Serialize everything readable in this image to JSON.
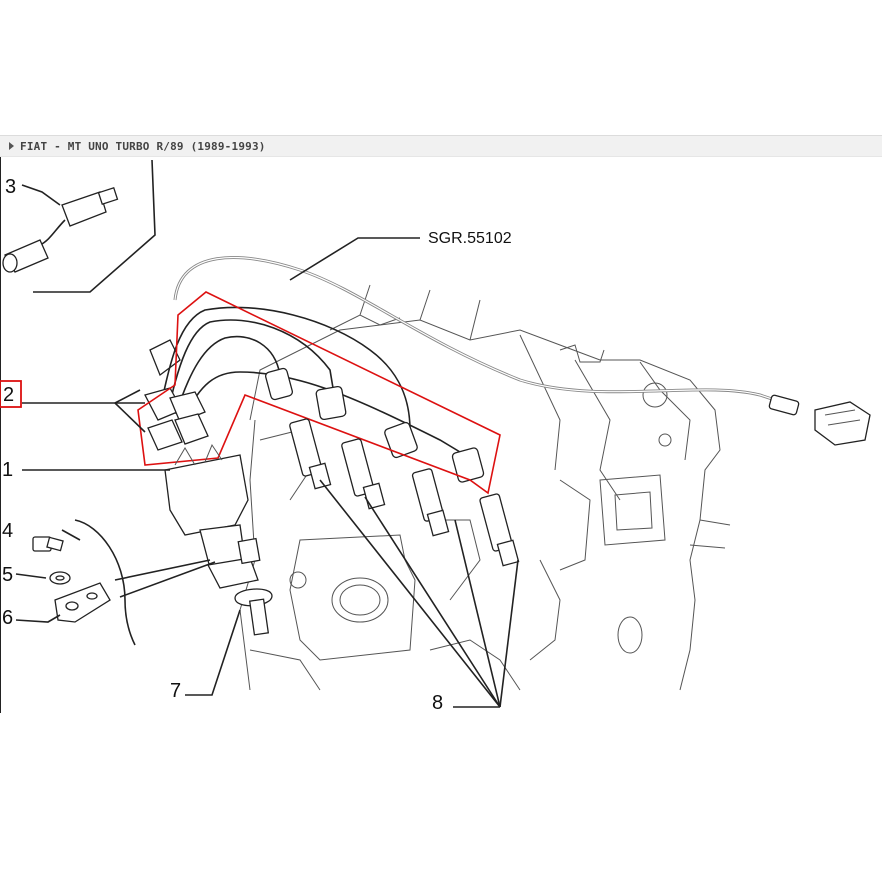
{
  "breadcrumb": {
    "text": "FIAT - MT UNO TURBO R/89 (1989-1993)"
  },
  "reference": {
    "code": "SGR.55102"
  },
  "callouts": {
    "c1": "1",
    "c2": "2",
    "c3": "3",
    "c4": "4",
    "c5": "5",
    "c6": "6",
    "c7": "7",
    "c8": "8"
  },
  "colors": {
    "highlight": "#dd1111",
    "line": "#222222",
    "header_bg": "#f1f1f1"
  },
  "highlighted_callout": "2"
}
